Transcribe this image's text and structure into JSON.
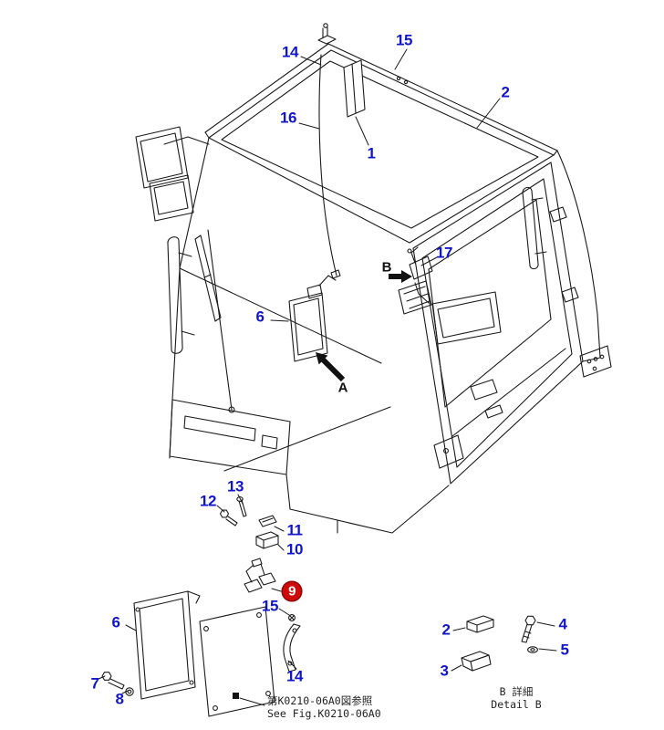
{
  "diagram": {
    "title": "cab-parts-diagram",
    "colors": {
      "background": "#ffffff",
      "line": "#1a1a1a",
      "callout": "#1216c9",
      "highlight": "#cf0a0a",
      "highlight_text": "#ffffff"
    },
    "callouts": {
      "n1": "1",
      "n2a": "2",
      "n2b": "2",
      "n3": "3",
      "n4": "4",
      "n5": "5",
      "n6a": "6",
      "n6b": "6",
      "n7": "7",
      "n8": "8",
      "n9": "9",
      "n10": "10",
      "n11": "11",
      "n12": "12",
      "n13": "13",
      "n14a": "14",
      "n14b": "14",
      "n15a": "15",
      "n15b": "15",
      "n16": "16",
      "n17": "17",
      "view_a": "A",
      "view_b": "B"
    },
    "notes": {
      "fig_ref_jp": "第K0210-06A0図参照",
      "fig_ref_en": "See Fig.K0210-06A0",
      "detail_b_jp": "B 詳細",
      "detail_b_en": "Detail B"
    }
  }
}
